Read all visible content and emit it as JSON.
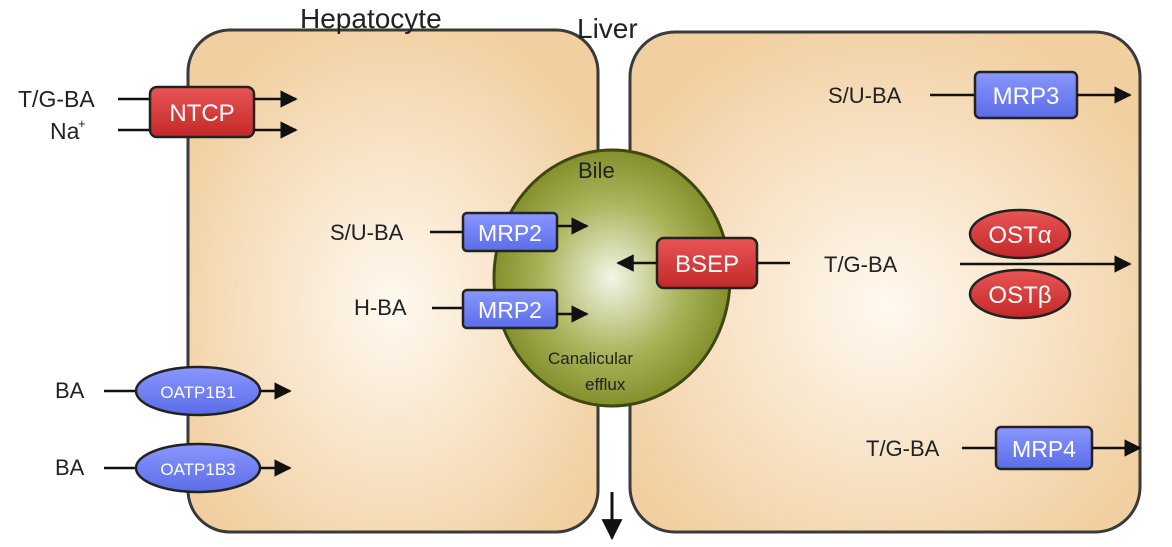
{
  "labels": {
    "hepatocyte": "Hepatocyte",
    "liver": "Liver",
    "bile": "Bile",
    "canalicular_1": "Canalicular",
    "canalicular_2": "efflux"
  },
  "substrates": {
    "tg_ba_ntcp": "T/G-BA",
    "na": "Na",
    "na_sup": "+",
    "su_ba_mrp2": "S/U-BA",
    "h_ba_mrp2": "H-BA",
    "ba_oatp1b1": "BA",
    "ba_oatp1b3": "BA",
    "su_ba_mrp3": "S/U-BA",
    "tg_ba_ost": "T/G-BA",
    "tg_ba_mrp4": "T/G-BA"
  },
  "transporters": {
    "ntcp": "NTCP",
    "mrp2_a": "MRP2",
    "mrp2_b": "MRP2",
    "bsep": "BSEP",
    "oatp1b1": "OATP1B1",
    "oatp1b3": "OATP1B3",
    "mrp3": "MRP3",
    "ost_alpha": "OSTα",
    "ost_beta": "OSTβ",
    "mrp4": "MRP4"
  },
  "colors": {
    "cell_fill_edge": "#f1cfa0",
    "cell_fill_center": "#fff7ec",
    "cell_stroke": "#3a3a3a",
    "bile_fill": "#7c8a22",
    "bile_center": "#f3f4e6",
    "red_transporter": "#d9393a",
    "blue_transporter": "#6f7ff2",
    "arrow": "#111111"
  }
}
